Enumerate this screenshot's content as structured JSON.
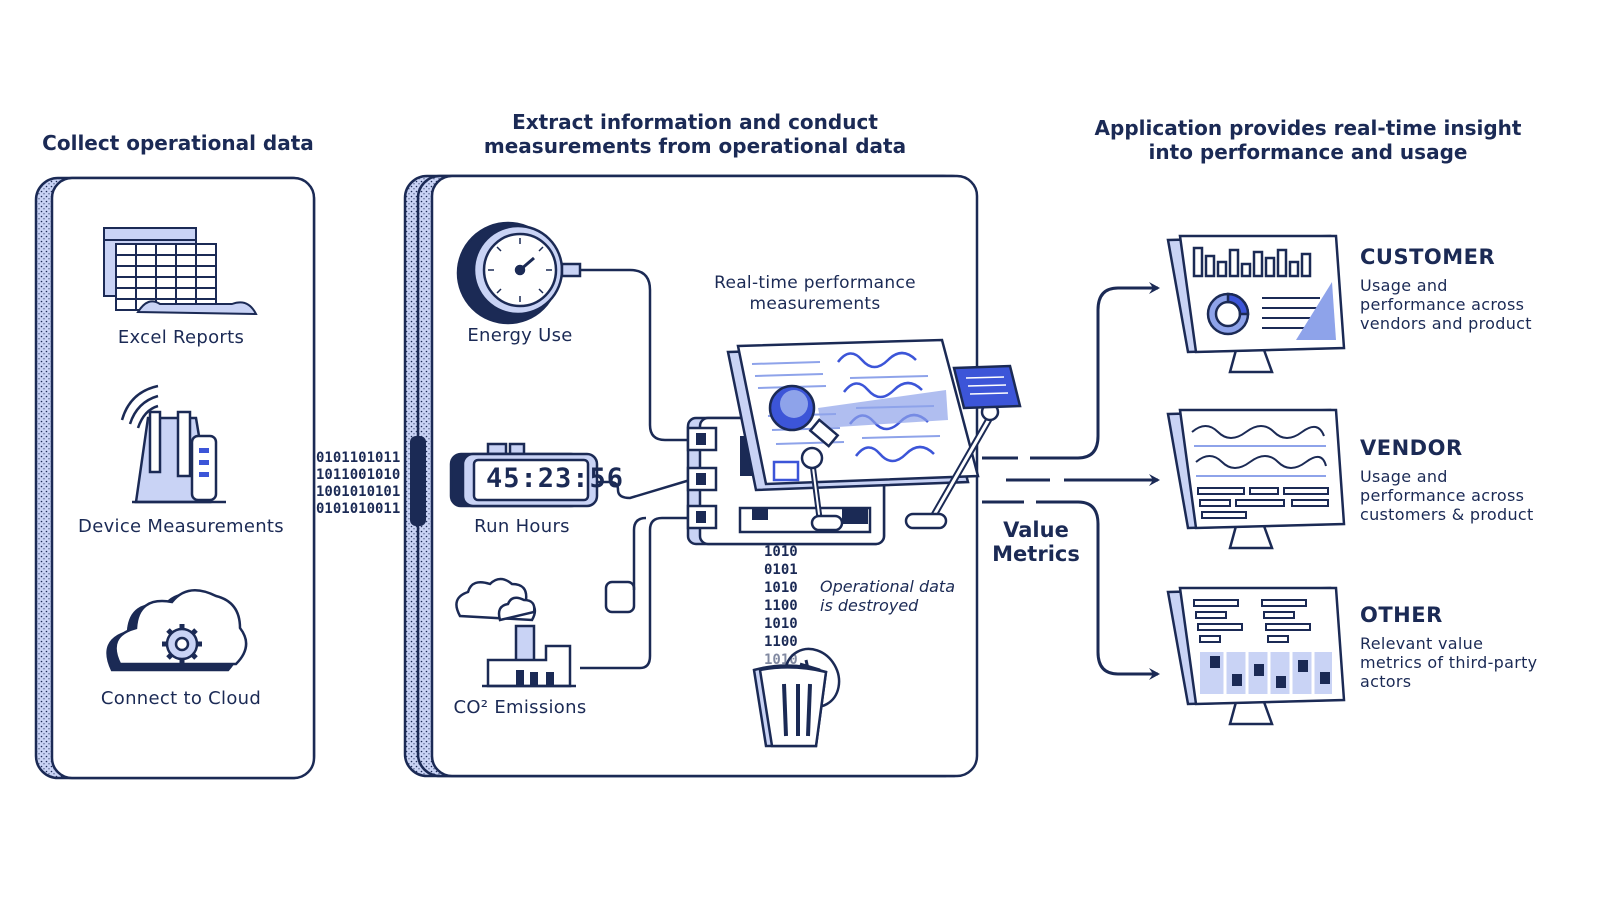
{
  "headings": {
    "collect": "Collect operational data",
    "extract": [
      "Extract information and conduct",
      "measurements from operational data"
    ],
    "application": [
      "Application provides real-time insight",
      "into performance and usage"
    ]
  },
  "sources": {
    "excel": "Excel Reports",
    "device": "Device Measurements",
    "cloud": "Connect to Cloud"
  },
  "stream_bits": [
    "0101101011",
    "1011001010",
    "1001010101",
    "0101010011"
  ],
  "measures": {
    "energy": "Energy Use",
    "run_hours": "Run Hours",
    "run_hours_display": "45:23:56",
    "co2": "CO² Emissions"
  },
  "realtime": [
    "Real-time performance",
    "measurements"
  ],
  "destroyed_bits": [
    "1010",
    "0101",
    "1010",
    "1100",
    "1010",
    "1100",
    "1010"
  ],
  "destroyed_note": [
    "Operational data",
    "is destroyed"
  ],
  "value_metrics": [
    "Value",
    "Metrics"
  ],
  "outputs": [
    {
      "title": "CUSTOMER",
      "desc": [
        "Usage and",
        "performance across",
        "vendors and product"
      ]
    },
    {
      "title": "VENDOR",
      "desc": [
        "Usage and",
        "performance across",
        "customers & product"
      ]
    },
    {
      "title": "OTHER",
      "desc": [
        "Relevant value",
        "metrics of third-party",
        "actors"
      ]
    }
  ],
  "colors": {
    "navy": "#1b2a55",
    "light_blue": "#c9d3f5",
    "mid_blue": "#8ea3ea",
    "accent": "#3c55d8"
  }
}
